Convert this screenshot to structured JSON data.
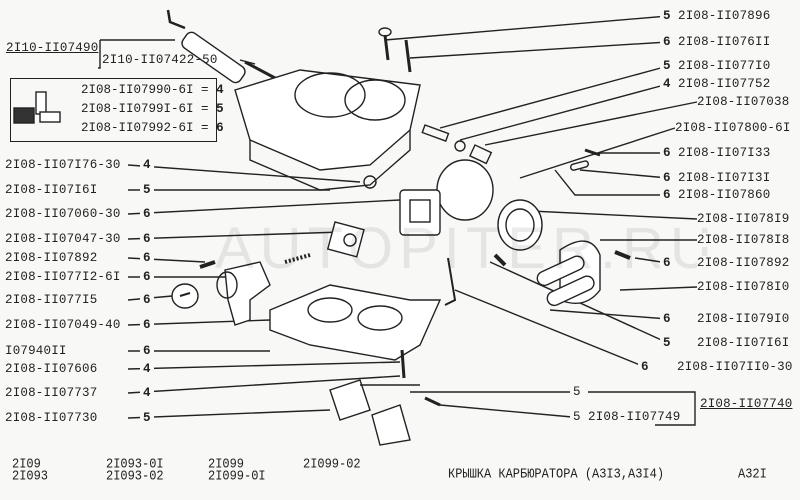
{
  "assembly": {
    "part": "2I10-II07490",
    "sub_part": "2I10-II07422-50"
  },
  "kit_box": [
    {
      "part": "2I08-II07990-6I",
      "eq": "=",
      "qty": "4"
    },
    {
      "part": "2I08-II0799I-6I",
      "eq": "=",
      "qty": "5"
    },
    {
      "part": "2I08-II07992-6I",
      "eq": "=",
      "qty": "6"
    }
  ],
  "left_labels": [
    {
      "part": "2I08-II07I76-30",
      "qty": "4"
    },
    {
      "part": "2I08-II07I6I",
      "qty": "5"
    },
    {
      "part": "2I08-II07060-30",
      "qty": "6"
    },
    {
      "part": "2I08-II07047-30",
      "qty": "6"
    },
    {
      "part": "2I08-II07892",
      "qty": "6"
    },
    {
      "part": "2I08-II077I2-6I",
      "qty": "6"
    },
    {
      "part": "2I08-II077I5",
      "qty": "6"
    },
    {
      "part": "2I08-II07049-40",
      "qty": "6"
    },
    {
      "part": "I07940II",
      "qty": "6"
    },
    {
      "part": "2I08-II07606",
      "qty": "4"
    },
    {
      "part": "2I08-II07737",
      "qty": "4"
    },
    {
      "part": "2I08-II07730",
      "qty": "5"
    }
  ],
  "right_labels": [
    {
      "part": "2I08-II07896",
      "qty": "5"
    },
    {
      "part": "2I08-II076II",
      "qty": "6"
    },
    {
      "part": "2I08-II077I0",
      "qty": "5"
    },
    {
      "part": "2I08-II07752",
      "qty": "4"
    },
    {
      "part": "2I08-II07038",
      "qty": ""
    },
    {
      "part": "2I08-II07800-6I",
      "qty": ""
    },
    {
      "part": "2I08-II07I33",
      "qty": "6"
    },
    {
      "part": "2I08-II07I3I",
      "qty": "6"
    },
    {
      "part": "2I08-II07860",
      "qty": "6"
    },
    {
      "part": "2I08-II078I9",
      "qty": ""
    },
    {
      "part": "2I08-II078I8",
      "qty": ""
    },
    {
      "part": "2I08-II07892",
      "qty": "6"
    },
    {
      "part": "2I08-II078I0",
      "qty": ""
    },
    {
      "part": "2I08-II079I0",
      "qty": "6"
    },
    {
      "part": "2I08-II07I6I",
      "qty": "5"
    },
    {
      "part": "2I08-II07II0-30",
      "qty": "6"
    }
  ],
  "bracket_group": {
    "part": "2I08-II07740",
    "items": [
      {
        "part": "",
        "qty": "5"
      },
      {
        "part": "2I08-II07749",
        "qty": "5"
      }
    ]
  },
  "watermark": "AUTOPITER.RU",
  "footer": {
    "models": [
      [
        "2I09",
        "2I093"
      ],
      [
        "2I093-0I",
        "2I093-02"
      ],
      [
        "2I099",
        "2I099-0I"
      ],
      [
        "2I099-02"
      ]
    ],
    "title": "КРЫШКА КАРБЮРАТОРА (А3I3,А3I4)",
    "page": "А32I"
  }
}
